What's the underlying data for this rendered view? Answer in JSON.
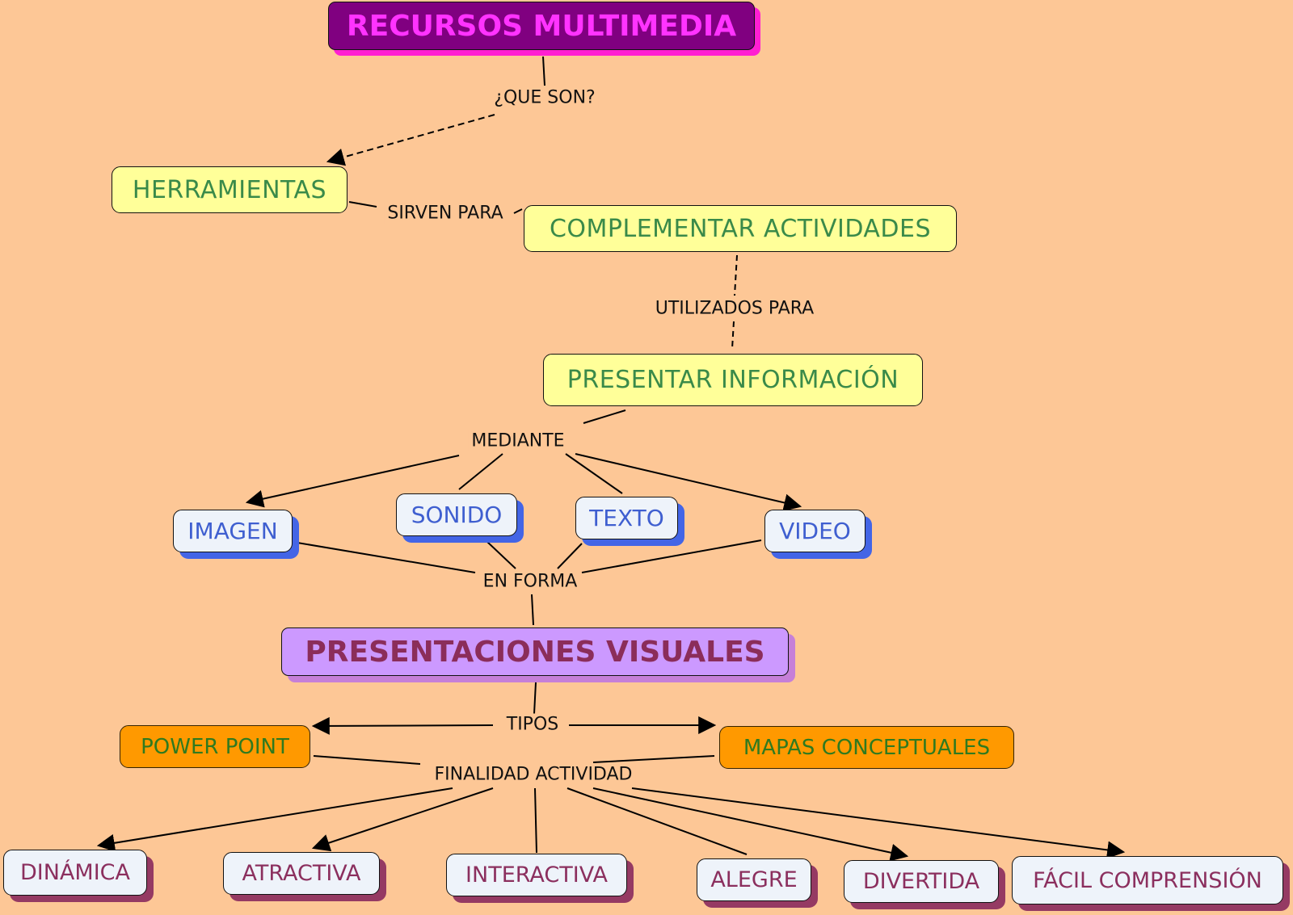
{
  "title": "RECURSOS MULTIMEDIA",
  "nodes": {
    "herramientas": "HERRAMIENTAS",
    "complementar": "COMPLEMENTAR ACTIVIDADES",
    "presentar": "PRESENTAR INFORMACIÓN",
    "imagen": "IMAGEN",
    "sonido": "SONIDO",
    "texto": "TEXTO",
    "video": "VIDEO",
    "presentaciones": "PRESENTACIONES VISUALES",
    "powerpoint": "POWER POINT",
    "mapas": "MAPAS CONCEPTUALES",
    "dinamica": "DINÁMICA",
    "atractiva": "ATRACTIVA",
    "interactiva": "INTERACTIVA",
    "alegre": "ALEGRE",
    "divertida": "DIVERTIDA",
    "facil": "FÁCIL COMPRENSIÓN"
  },
  "links": {
    "que_son": "¿QUE SON?",
    "sirven_para": "SIRVEN PARA",
    "utilizados_para": "UTILIZADOS PARA",
    "mediante": "MEDIANTE",
    "en_forma": "EN FORMA",
    "tipos": "TIPOS",
    "finalidad": "FINALIDAD ACTIVIDAD"
  },
  "colors": {
    "background": "#FDC796",
    "title_fill": "#800080",
    "title_text": "#FF33FF",
    "concept_fill": "#FFFF99",
    "concept_text": "#3A8A49",
    "media_text": "#3F5FD0",
    "type_fill": "#FF9900",
    "trait_text": "#8B2F5E"
  }
}
